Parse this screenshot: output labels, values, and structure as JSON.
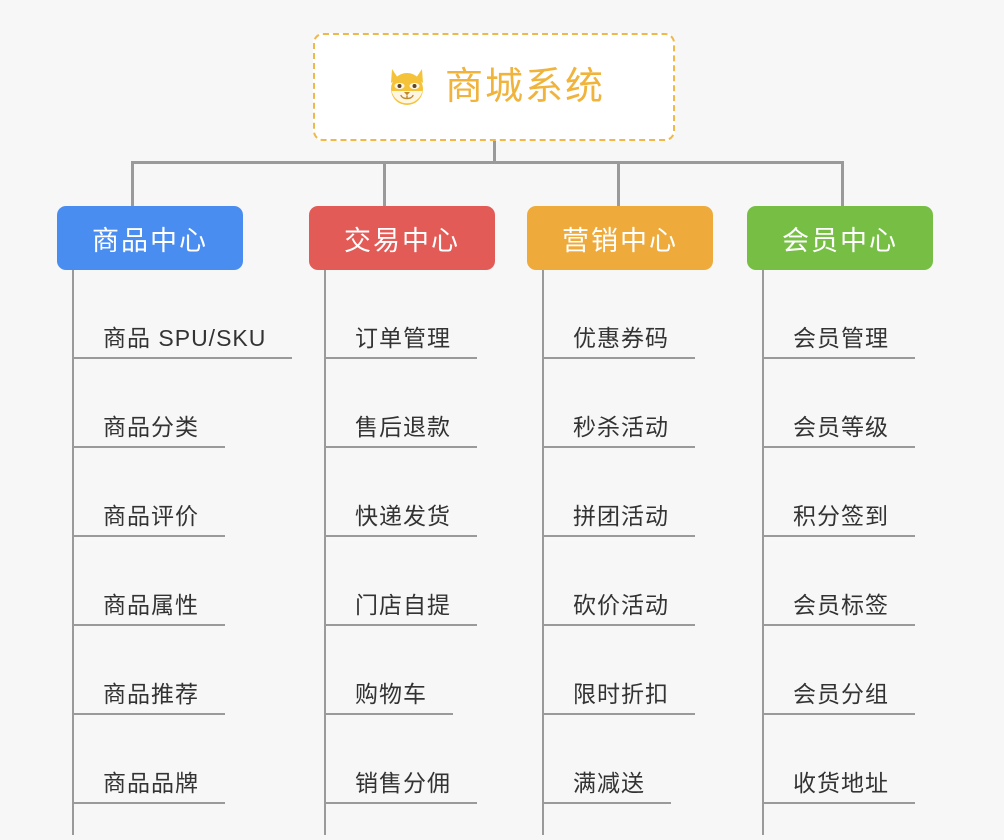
{
  "canvas": {
    "background": "#f7f7f7",
    "connector_color": "#9a9a9a"
  },
  "root": {
    "title": "商城系统",
    "icon": "shiba-dog-icon",
    "text_color": "#f0b33c",
    "border_color": "#f0b849",
    "background": "#ffffff"
  },
  "branches": [
    {
      "label": "商品中心",
      "color": "#4a8df0",
      "items": [
        "商品 SPU/SKU",
        "商品分类",
        "商品评价",
        "商品属性",
        "商品推荐",
        "商品品牌"
      ]
    },
    {
      "label": "交易中心",
      "color": "#e35b57",
      "items": [
        "订单管理",
        "售后退款",
        "快递发货",
        "门店自提",
        "购物车",
        "销售分佣"
      ]
    },
    {
      "label": "营销中心",
      "color": "#eeab3c",
      "items": [
        "优惠券码",
        "秒杀活动",
        "拼团活动",
        "砍价活动",
        "限时折扣",
        "满减送"
      ]
    },
    {
      "label": "会员中心",
      "color": "#76bf44",
      "items": [
        "会员管理",
        "会员等级",
        "积分签到",
        "会员标签",
        "会员分组",
        "收货地址"
      ]
    }
  ]
}
